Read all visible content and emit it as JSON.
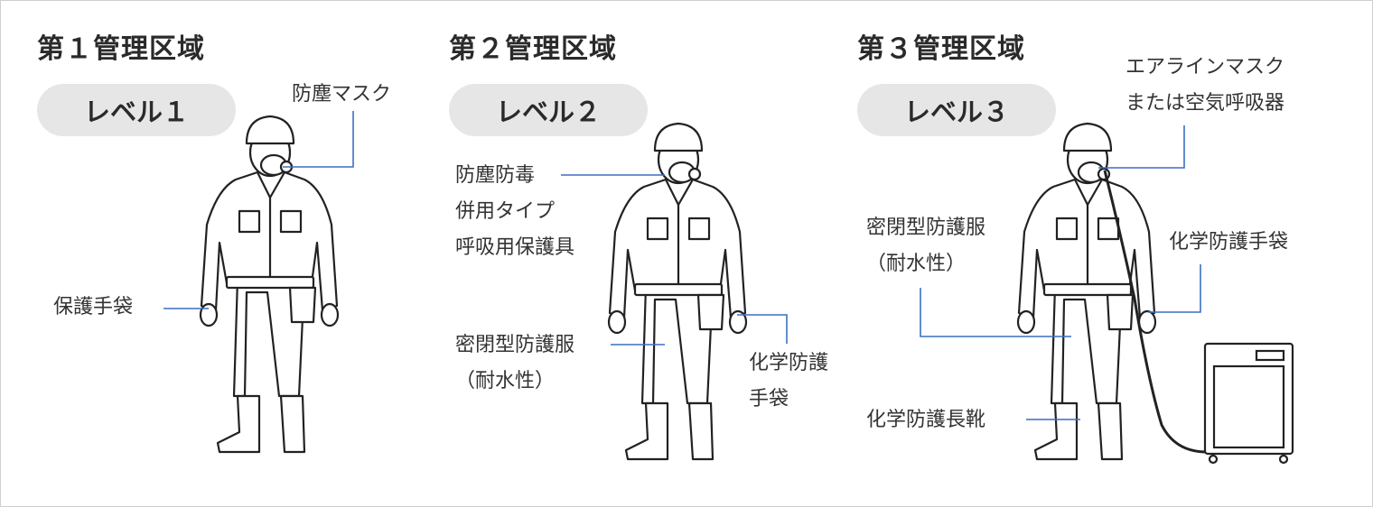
{
  "panels": [
    {
      "zone": "第１管理区域",
      "level": "レベル１",
      "labels": {
        "mask": "防塵マスク",
        "gloves": "保護手袋"
      }
    },
    {
      "zone": "第２管理区域",
      "level": "レベル２",
      "labels": {
        "respirator": [
          "防塵防毒",
          "併用タイプ",
          "呼吸用保護具"
        ],
        "suit": [
          "密閉型防護服",
          "（耐水性）"
        ],
        "gloves": [
          "化学防護",
          "手袋"
        ]
      }
    },
    {
      "zone": "第３管理区域",
      "level": "レベル３",
      "labels": {
        "airline": [
          "エアラインマスク",
          "または空気呼吸器"
        ],
        "suit": [
          "密閉型防護服",
          "（耐水性）"
        ],
        "gloves": "化学防護手袋",
        "boots": "化学防護長靴"
      }
    }
  ],
  "colors": {
    "leader_line": "#3b6fc1",
    "pill": "#e6e6e6",
    "outline": "#222222"
  }
}
